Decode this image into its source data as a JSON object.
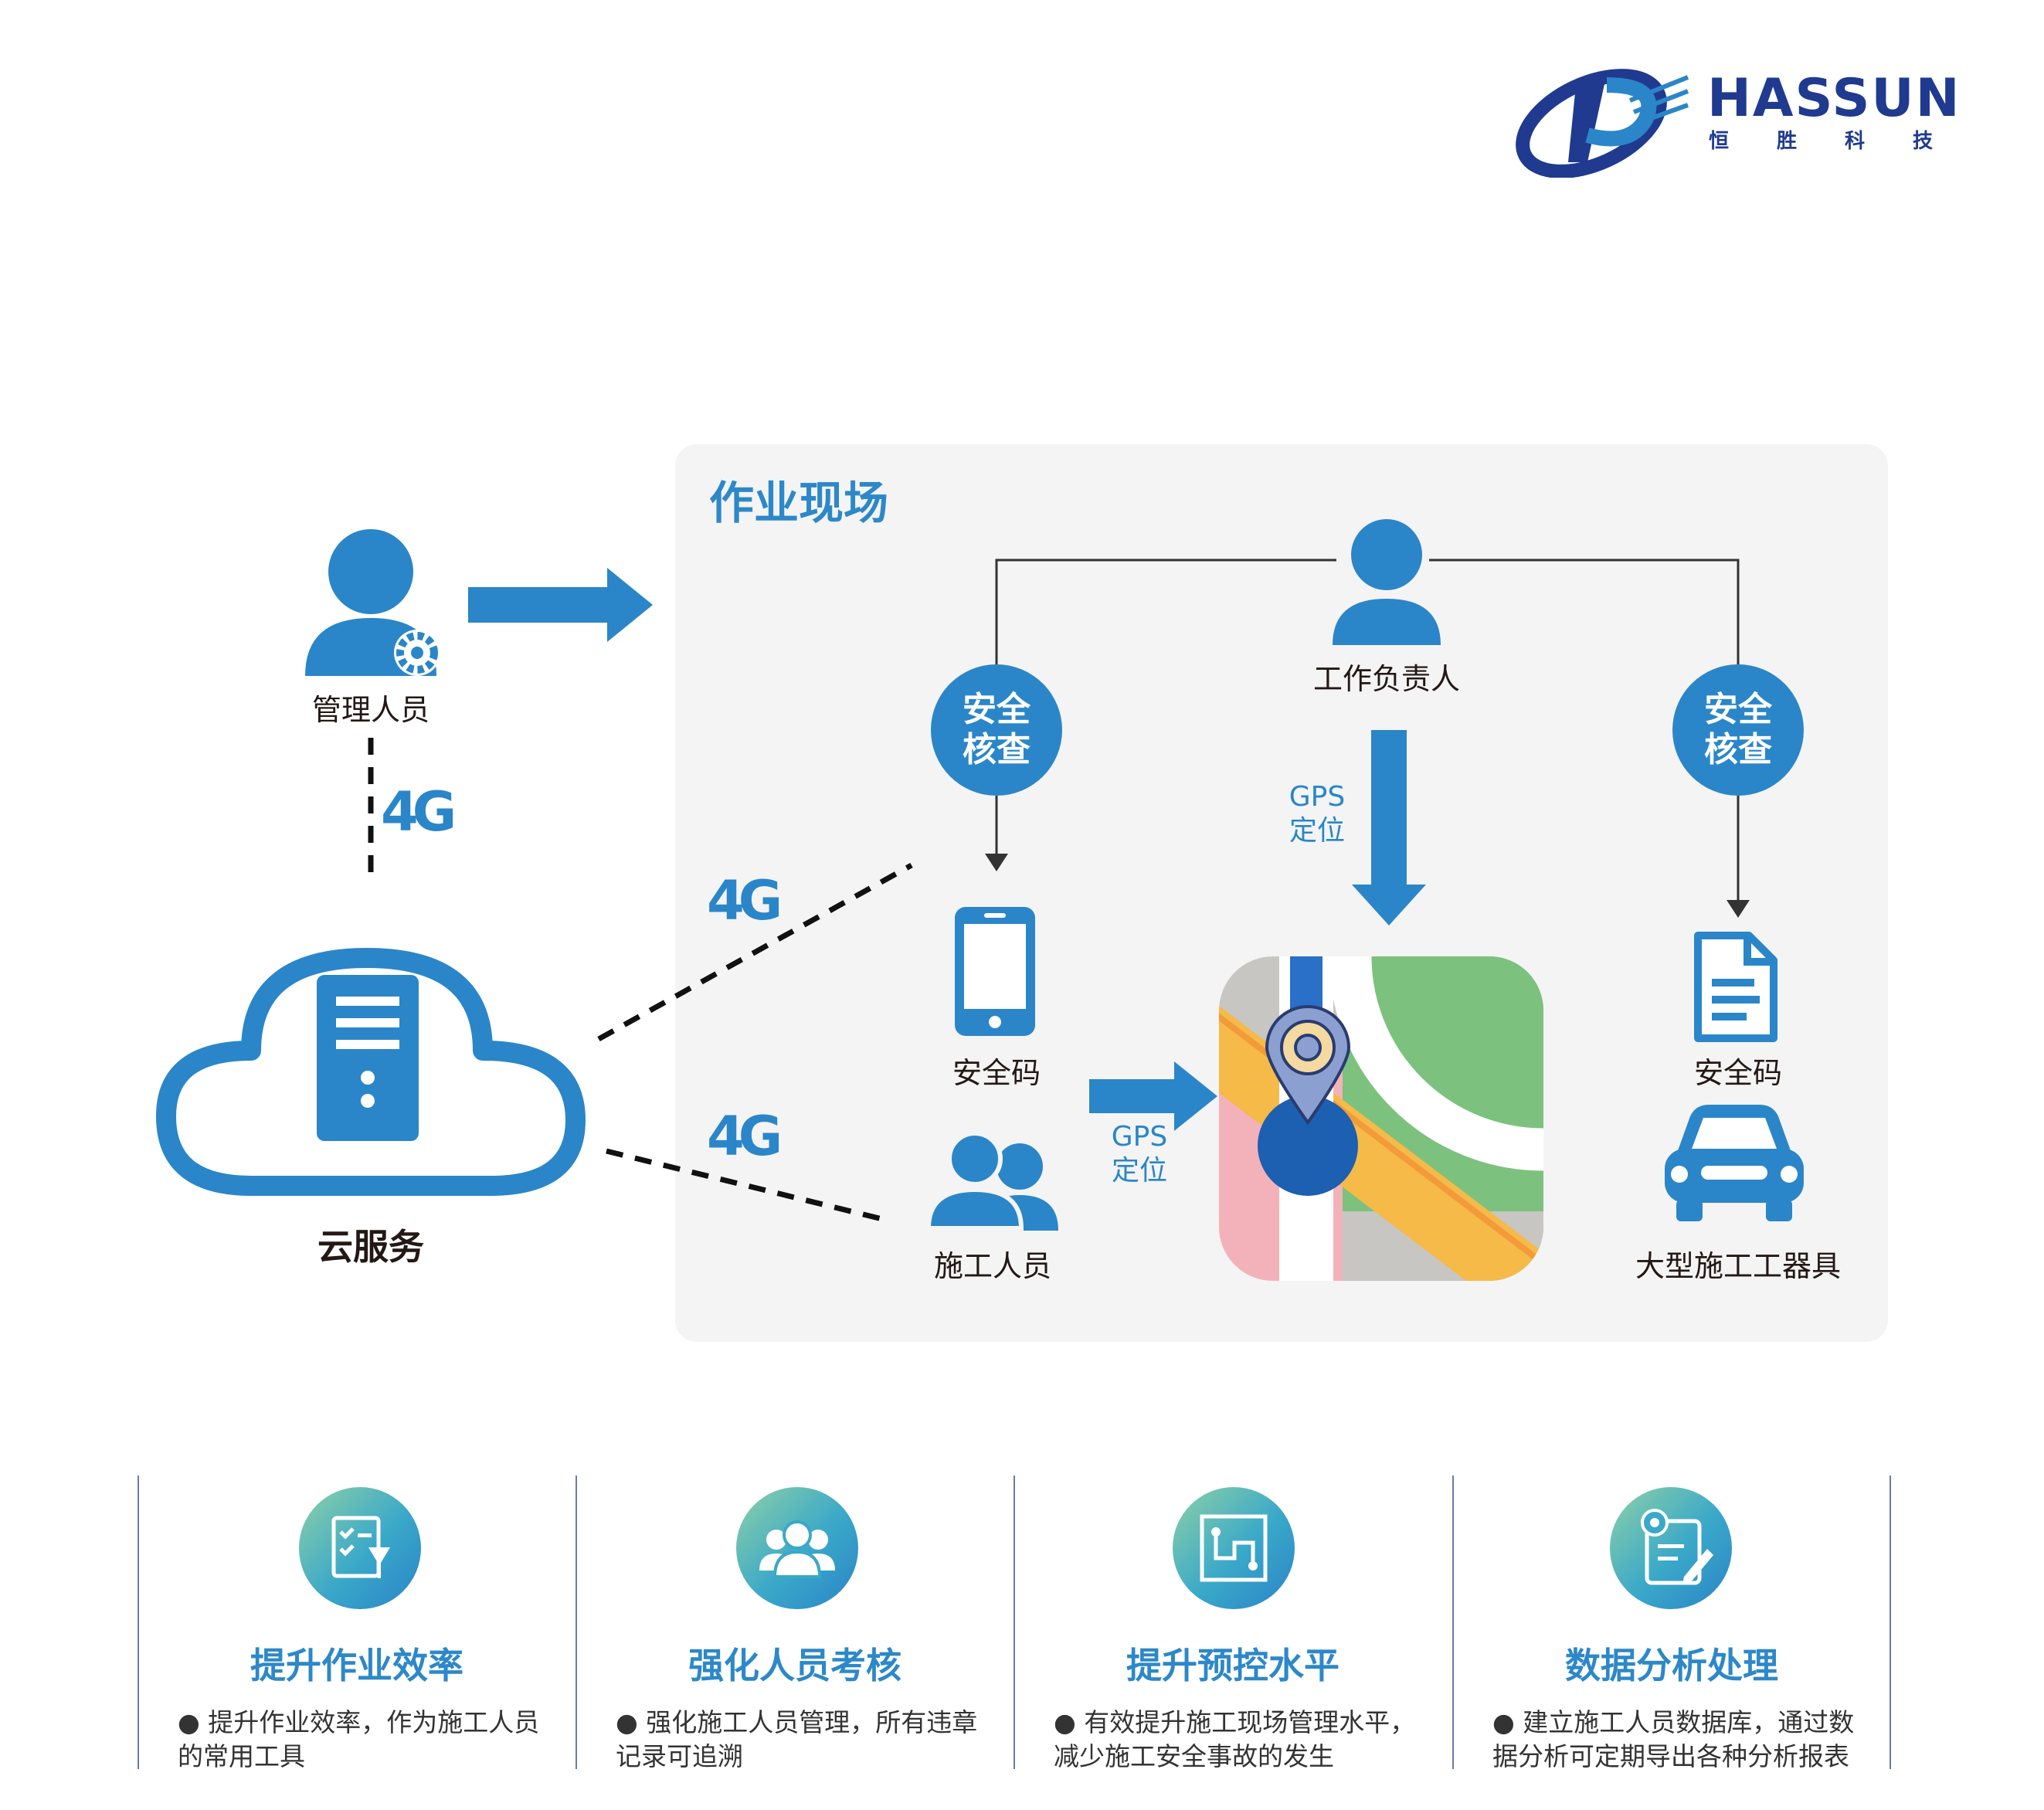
{
  "brand": {
    "name": "HASSUN",
    "subtitle": [
      "恒",
      "胜",
      "科",
      "技"
    ],
    "color": "#1f3a8f"
  },
  "colors": {
    "accent": "#2a86c8",
    "panel": "#f4f4f4"
  },
  "left": {
    "manager_label": "管理人员",
    "network_badges": [
      "4G",
      "4G",
      "4G"
    ],
    "cloud_label": "云服务"
  },
  "site": {
    "title": "作业现场",
    "leader_label": "工作负责人",
    "safety_check_left": "安全\n核查",
    "safety_check_right": "安全\n核查",
    "gps_top": "GPS\n定位",
    "gps_left": "GPS\n定位",
    "phone_label": "安全码",
    "doc_label": "安全码",
    "workers_label": "施工人员",
    "equipment_label": "大型施工工器具"
  },
  "features": [
    {
      "icon": "checklist-icon",
      "title": "提升作业效率",
      "desc": "● 提升作业效率，作为施工人员的常用工具"
    },
    {
      "icon": "team-icon",
      "title": "强化人员考核",
      "desc": "● 强化施工人员管理，所有违章记录可追溯"
    },
    {
      "icon": "route-map-icon",
      "title": "提升预控水平",
      "desc": "● 有效提升施工现场管理水平，减少施工安全事故的发生"
    },
    {
      "icon": "data-analysis-icon",
      "title": "数据分析处理",
      "desc": "● 建立施工人员数据库，通过数据分析可定期导出各种分析报表"
    }
  ]
}
